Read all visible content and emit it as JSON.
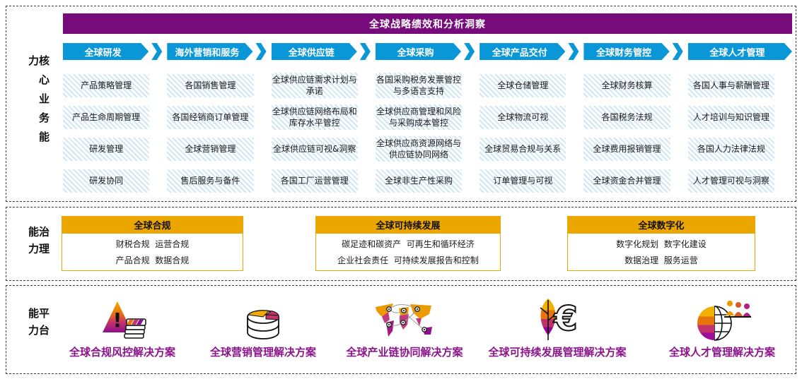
{
  "colors": {
    "banner_purple": "#770B7B",
    "arrow_blue": "#0997D8",
    "cell_hatch_blue": "#CFE6F3",
    "governance_orange": "#EBA600",
    "solution_label_purple": "#8A158A"
  },
  "core": {
    "side_label": "核心业务能力",
    "banner": "全球战略绩效和分析洞察",
    "columns": [
      {
        "header": "全球研发",
        "cells": [
          "产品策略管理",
          "产品生命周期管理",
          "研发管理",
          "研发协同"
        ]
      },
      {
        "header": "海外营销和服务",
        "cells": [
          "各国销售管理",
          "各国经销商订单管理",
          "全球营销管理",
          "售后服务与备件"
        ]
      },
      {
        "header": "全球供应链",
        "cells": [
          "全球供应链需求计划与承诺",
          "全球供应链网络布局和库存水平管控",
          "全球供应链可视&洞察",
          "各国工厂运营管理"
        ]
      },
      {
        "header": "全球采购",
        "cells": [
          "各国采购税务发票管控与多语言支持",
          "全球供应商管理和风险与采购成本管控",
          "全球供应商资源网络与供应链协同网络",
          "全球非生产性采购"
        ]
      },
      {
        "header": "全球产品交付",
        "cells": [
          "全球仓储管理",
          "全球物流可视",
          "全球贸易合规与关系",
          "订单管理与可视"
        ]
      },
      {
        "header": "全球财务管控",
        "cells": [
          "全球财务核算",
          "各国税务法规",
          "全球费用报销管理",
          "全球资金合并管理"
        ]
      },
      {
        "header": "全球人才管理",
        "cells": [
          "各国人事与薪酬管理",
          "人才培训与知识管理",
          "各国人力法律法规",
          "人才管理可视与洞察"
        ]
      }
    ]
  },
  "governance": {
    "side_label": "治理能力",
    "boxes": [
      {
        "title": "全球合规",
        "rows": [
          "财税合规  运营合规",
          "产品合规  数据合规"
        ]
      },
      {
        "title": "全球可持续发展",
        "rows": [
          "碳足迹和碳资产  可再生和循环经济",
          "企业社会责任  可持续发展报告和控制"
        ]
      },
      {
        "title": "全球数字化",
        "rows": [
          "数字化规划  数字化建设",
          "数据治理  服务运营"
        ]
      }
    ]
  },
  "platform": {
    "side_label": "平台能力",
    "solutions": [
      {
        "icon": "risk-pyramid-cash-icon",
        "label": "全球合规风控解决方案"
      },
      {
        "icon": "pie-database-icon",
        "label": "全球营销管理解决方案"
      },
      {
        "icon": "world-map-network-icon",
        "label": "全球产业链协同解决方案"
      },
      {
        "icon": "leaf-euro-icon",
        "label": "全球可持续发展管理解决方案"
      },
      {
        "icon": "globe-people-icon",
        "label": "全球人才管理解决方案"
      }
    ]
  }
}
